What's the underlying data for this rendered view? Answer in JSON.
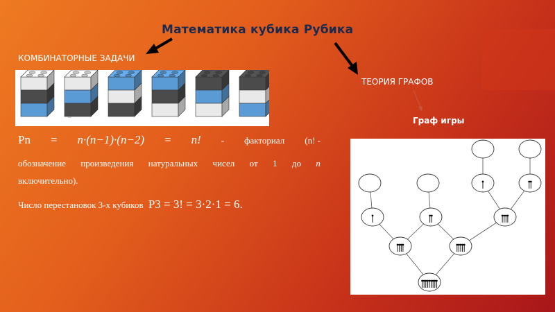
{
  "slide": {
    "title": "Математика кубика Рубика",
    "label_combinatorics": "КОМБИНАТОРНЫЕ ЗАДАЧИ",
    "label_graph_theory": "ТЕОРИЯ ГРАФОВ",
    "label_game_graph": "Граф игры"
  },
  "formula": {
    "pn": "Pn",
    "eq1": "=",
    "product": "n·(n−1)·(n−2)",
    "eq2": "=",
    "nfact": "n!",
    "dash": "-",
    "factorial": "факториал",
    "paren_note": "(n! -",
    "desc_words": [
      "обозначение",
      "произведения",
      "натуральных",
      "чисел",
      "от",
      "1",
      "до",
      "n"
    ],
    "inclusive": "включительно).",
    "count_text": "Число перестановок 3-х кубиков",
    "count_formula": "P3 = 3! = 3·2·1 = 6."
  },
  "cubes": [
    {
      "top": "#e9e9e9",
      "mid": "#4b4b4b",
      "bottom": "#5b9bd5"
    },
    {
      "top": "#e9e9e9",
      "mid": "#5b9bd5",
      "bottom": "#4b4b4b"
    },
    {
      "top": "#5b9bd5",
      "mid": "#e9e9e9",
      "bottom": "#4b4b4b"
    },
    {
      "top": "#5b9bd5",
      "mid": "#4b4b4b",
      "bottom": "#e9e9e9"
    },
    {
      "top": "#4b4b4b",
      "mid": "#5b9bd5",
      "bottom": "#e9e9e9"
    },
    {
      "top": "#4b4b4b",
      "mid": "#e9e9e9",
      "bottom": "#5b9bd5"
    }
  ],
  "colors": {
    "title": "#1b2a4f",
    "background_start": "#ee7a22",
    "background_end": "#a9161a",
    "text": "#ffffff"
  },
  "graph": {
    "nodes": [
      {
        "id": "t1",
        "sticks": 0
      },
      {
        "id": "t2",
        "sticks": 0
      },
      {
        "id": "u1",
        "sticks": 0
      },
      {
        "id": "u2",
        "sticks": 0
      },
      {
        "id": "u3",
        "sticks": 1
      },
      {
        "id": "u4",
        "sticks": 2
      },
      {
        "id": "m1",
        "sticks": 1
      },
      {
        "id": "m2",
        "sticks": 2
      },
      {
        "id": "m3",
        "sticks": 4
      },
      {
        "id": "l1",
        "sticks": 4
      },
      {
        "id": "l2",
        "sticks": 5
      },
      {
        "id": "r",
        "sticks": 9
      }
    ],
    "edges": [
      [
        "t1",
        "u3"
      ],
      [
        "t2",
        "u4"
      ],
      [
        "u1",
        "m1"
      ],
      [
        "u2",
        "m2"
      ],
      [
        "u3",
        "m3"
      ],
      [
        "u4",
        "m3"
      ],
      [
        "m1",
        "l1"
      ],
      [
        "m2",
        "l1"
      ],
      [
        "m2",
        "l2"
      ],
      [
        "m3",
        "l2"
      ],
      [
        "l1",
        "r"
      ],
      [
        "l2",
        "r"
      ]
    ]
  }
}
